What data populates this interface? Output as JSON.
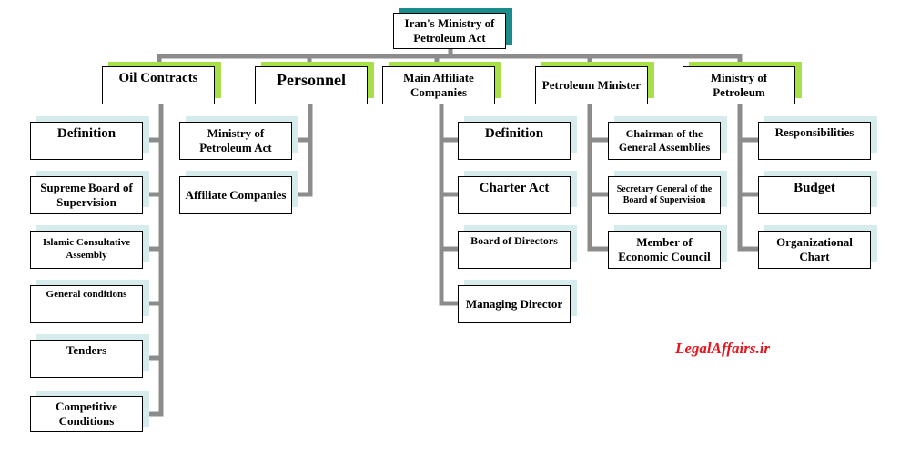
{
  "root": {
    "label": "Iran's Ministry of Petroleum Act"
  },
  "categories": [
    {
      "label": "Oil Contracts",
      "children": [
        "Definition",
        "Supreme Board of Supervision",
        "Islamic Consultative Assembly",
        "General conditions",
        "Tenders",
        "Competitive Conditions"
      ]
    },
    {
      "label": "Personnel",
      "children": [
        "Ministry of Petroleum Act",
        "Affiliate Companies"
      ]
    },
    {
      "label": "Main Affiliate Companies",
      "children": [
        "Definition",
        "Charter Act",
        "Board of Directors",
        "Managing Director"
      ]
    },
    {
      "label": "Petroleum Minister",
      "children": [
        "Chairman of the General Assemblies",
        "Secretary General of the Board of Supervision",
        "Member of Economic Council"
      ]
    },
    {
      "label": "Ministry of Petroleum",
      "children": [
        "Responsibilities",
        "Budget",
        "Organizational Chart"
      ]
    }
  ],
  "watermark": "LegalAffairs.ir",
  "colors": {
    "connector": "#8c8c8c",
    "shadow_teal": "#d6ecec",
    "shadow_green": "#a8e04a",
    "root_shadow": "#1a8c8c",
    "watermark": "#e8141c"
  }
}
